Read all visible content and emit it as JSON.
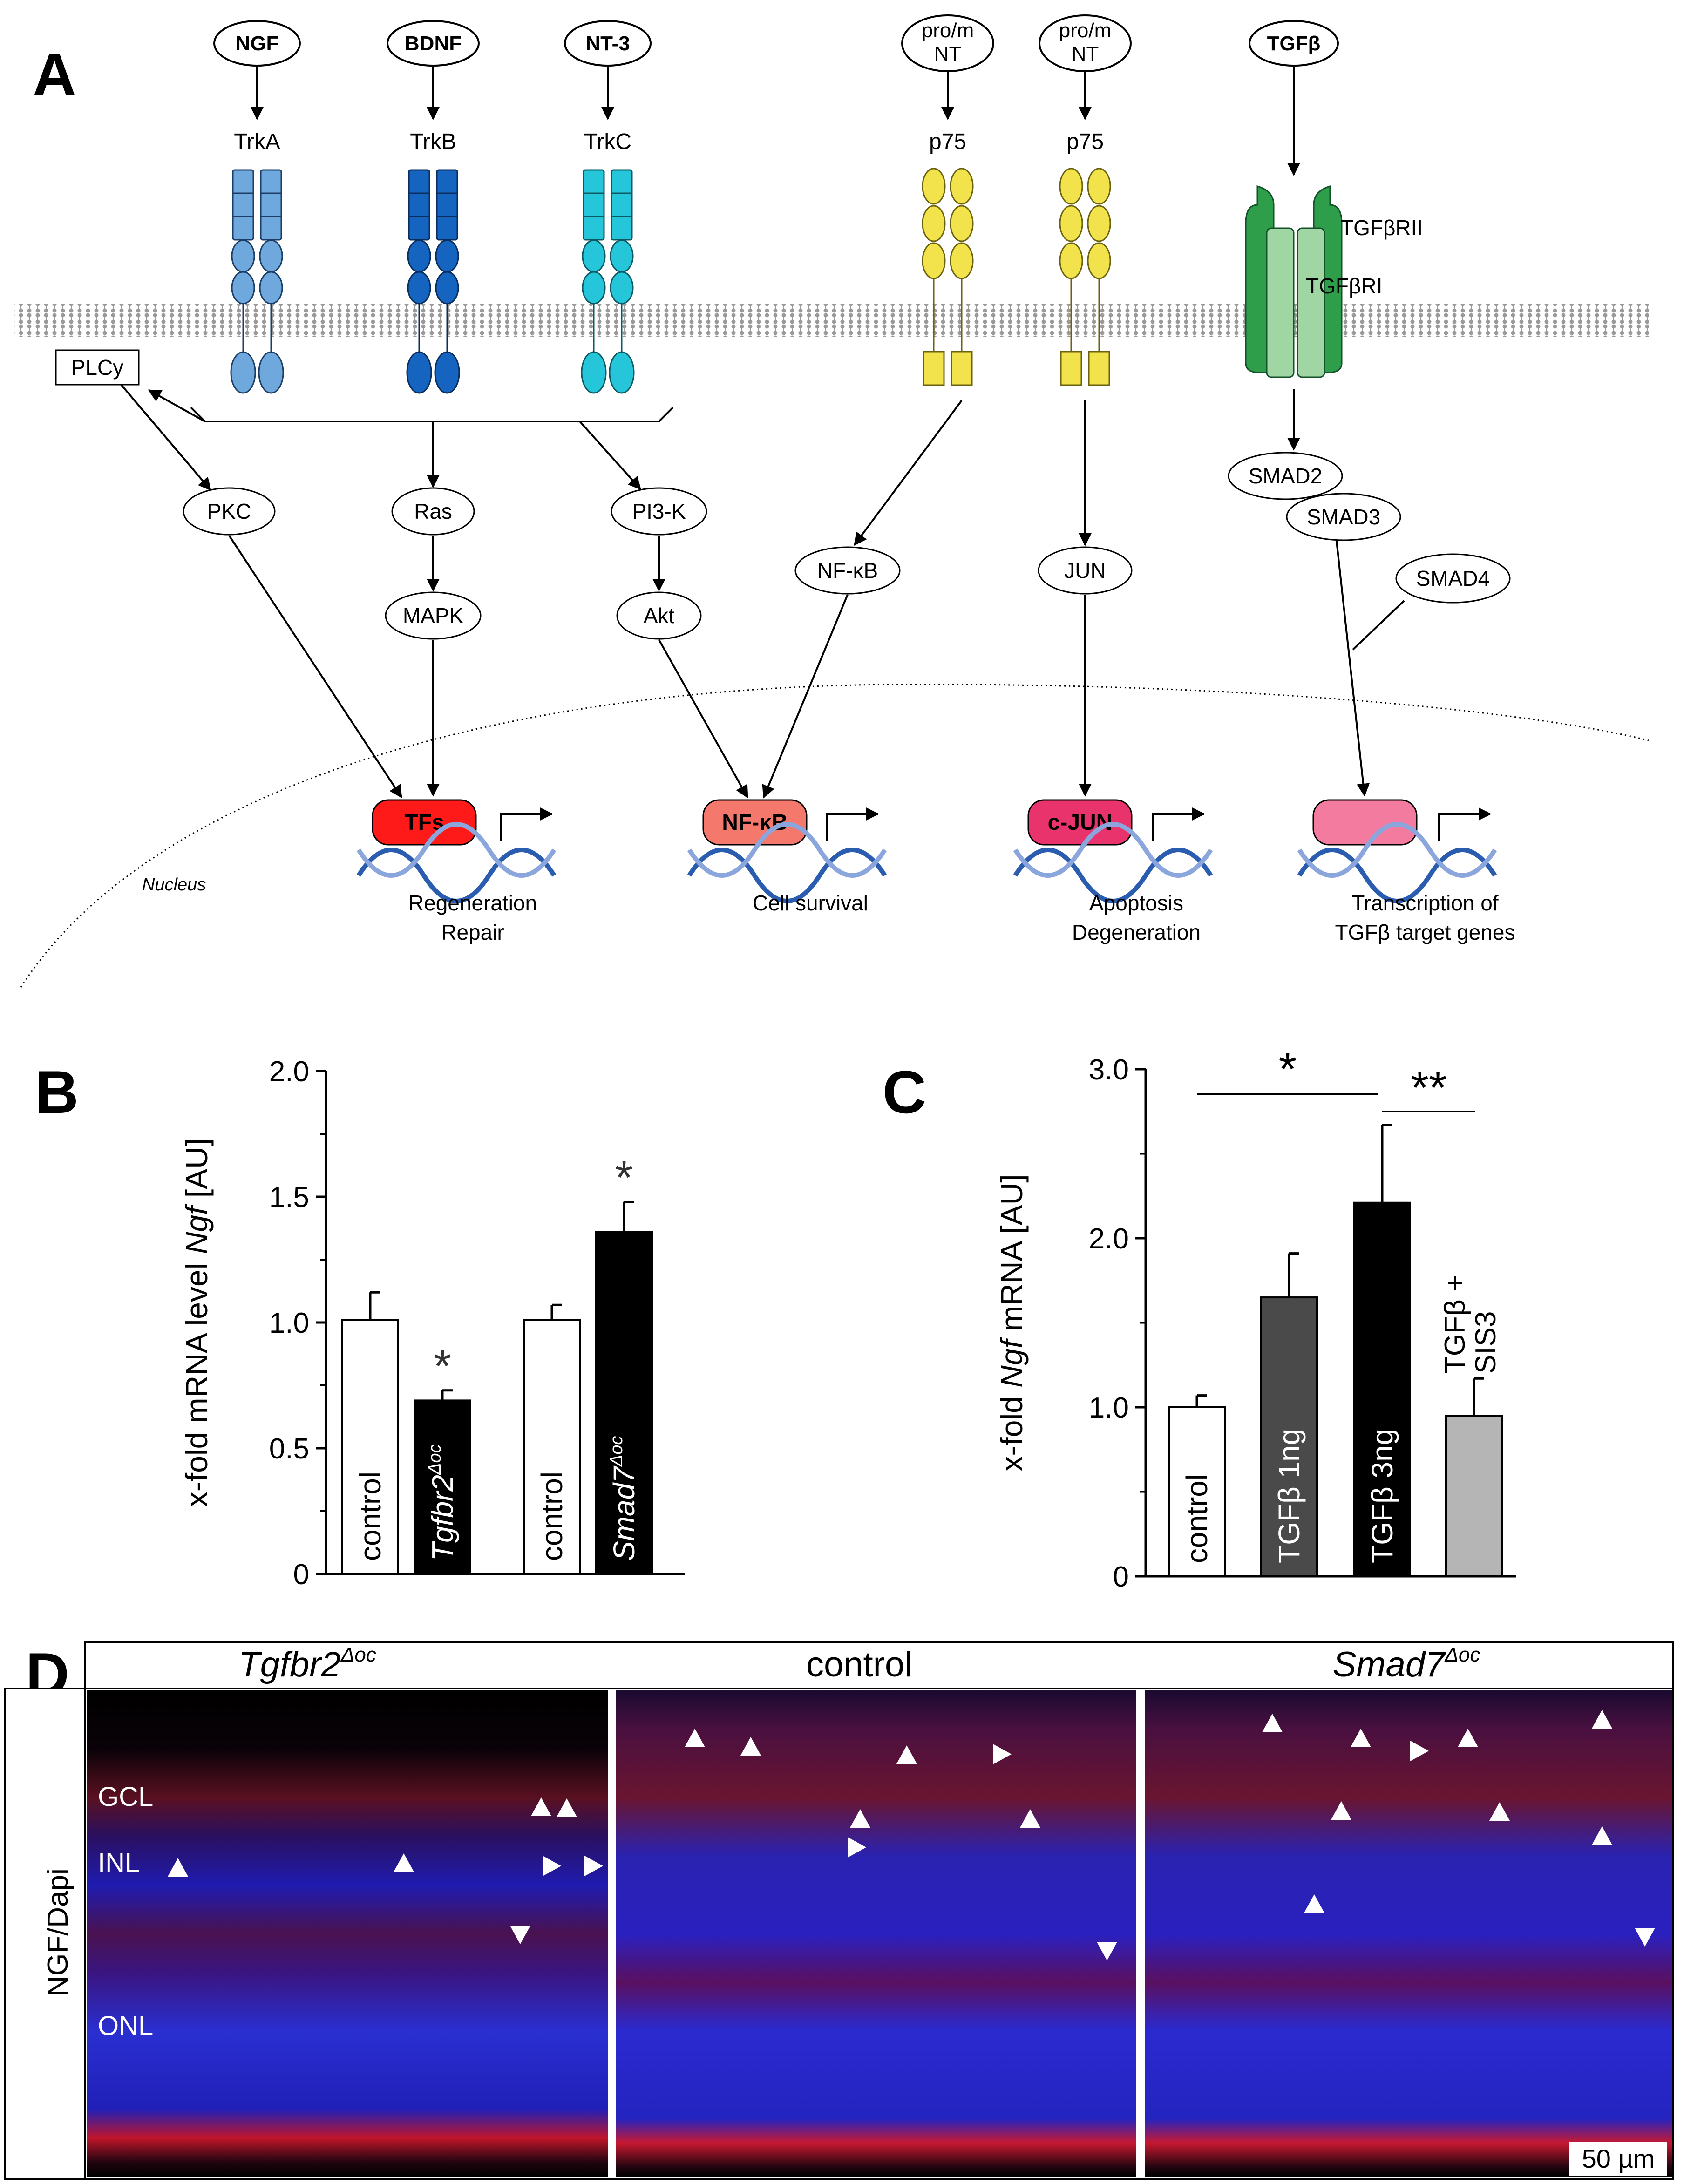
{
  "panel_a": {
    "letter": "A",
    "ligands": [
      "NGF",
      "BDNF",
      "NT-3",
      "pro/m NT",
      "pro/m NT",
      "TGFβ"
    ],
    "receptors": [
      "TrkA",
      "TrkB",
      "TrkC",
      "p75",
      "p75"
    ],
    "tgf_receptors": [
      "TGFβRII",
      "TGFβRI"
    ],
    "plc": "PLCy",
    "nodes": [
      "PKC",
      "Ras",
      "MAPK",
      "PI3-K",
      "Akt",
      "NF-κB",
      "JUN",
      "SMAD2",
      "SMAD3",
      "SMAD4"
    ],
    "nucleus_label": "Nucleus",
    "tfs": [
      "TFs",
      "NF-κB",
      "c-JUN",
      ""
    ],
    "outcomes": [
      "Regeneration",
      "Repair",
      "Cell survival",
      "Apoptosis",
      "Degeneration",
      "Transcription of",
      "TGFβ target genes"
    ],
    "colors": {
      "trka": "#6fa8dc",
      "trkb": "#1565c0",
      "trkc": "#26c6da",
      "p75": "#f2e34c",
      "tgfbr2": "#2e9e4a",
      "tgfbr1": "#9fd6a4",
      "tfs": "#ff1a1a",
      "nfkb": "#f4786c",
      "cjun": "#e8336d",
      "smad_tf": "#f47ba0",
      "dna": "#2a5db0"
    }
  },
  "chart_data": [
    {
      "panel": "B",
      "type": "bar",
      "categories": [
        "control",
        "Tgfbr2Δoc",
        "control",
        "Smad7Δoc"
      ],
      "values": [
        1.01,
        0.69,
        1.01,
        1.36
      ],
      "errors": [
        0.11,
        0.04,
        0.06,
        0.12
      ],
      "significance": [
        "",
        "*",
        "",
        "*"
      ],
      "bar_colors": [
        "#ffffff",
        "#000000",
        "#ffffff",
        "#000000"
      ],
      "ylabel_parts": [
        "x-fold mRNA level ",
        "Ngf",
        " [AU]"
      ],
      "ylim": [
        0,
        2.0
      ],
      "yticks": [
        "0",
        "0.5",
        "1.0",
        "1.5",
        "2.0"
      ]
    },
    {
      "panel": "C",
      "type": "bar",
      "categories": [
        "control",
        "TGFβ 1ng",
        "TGFβ 3ng",
        "TGFβ + SIS3"
      ],
      "values": [
        1.0,
        1.65,
        2.21,
        0.95
      ],
      "errors": [
        0.07,
        0.26,
        0.46,
        0.22
      ],
      "bar_colors": [
        "#ffffff",
        "#4a4a4a",
        "#000000",
        "#b5b5b5"
      ],
      "ylabel_parts": [
        "x-fold ",
        "Ngf",
        " mRNA [AU]"
      ],
      "ylim": [
        0,
        3.0
      ],
      "yticks": [
        "0",
        "1.0",
        "2.0",
        "3.0"
      ],
      "significance_brackets": [
        {
          "from": "control",
          "to": "TGFβ 3ng",
          "label": "*"
        },
        {
          "from": "TGFβ 3ng",
          "to": "TGFβ + SIS3",
          "label": "**"
        }
      ]
    }
  ],
  "panel_b": {
    "letter": "B"
  },
  "panel_c": {
    "letter": "C",
    "sis3_label_1": "TGFβ +",
    "sis3_label_2": "SIS3"
  },
  "panel_d": {
    "letter": "D",
    "headers": [
      "Tgfbr2",
      "control",
      "Smad7"
    ],
    "superscript": "Δoc",
    "stain_label": "NGF/Dapi",
    "layers": [
      "GCL",
      "INL",
      "ONL"
    ],
    "scale_bar": "50 µm"
  }
}
